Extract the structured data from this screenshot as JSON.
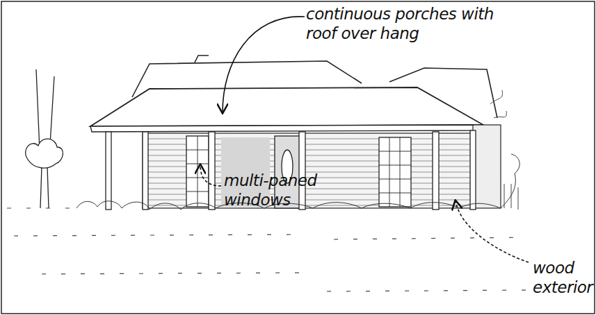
{
  "diagram": {
    "labels": [
      "continuous porches with roof over hang",
      "multi-paned windows",
      "wood exterior"
    ]
  }
}
